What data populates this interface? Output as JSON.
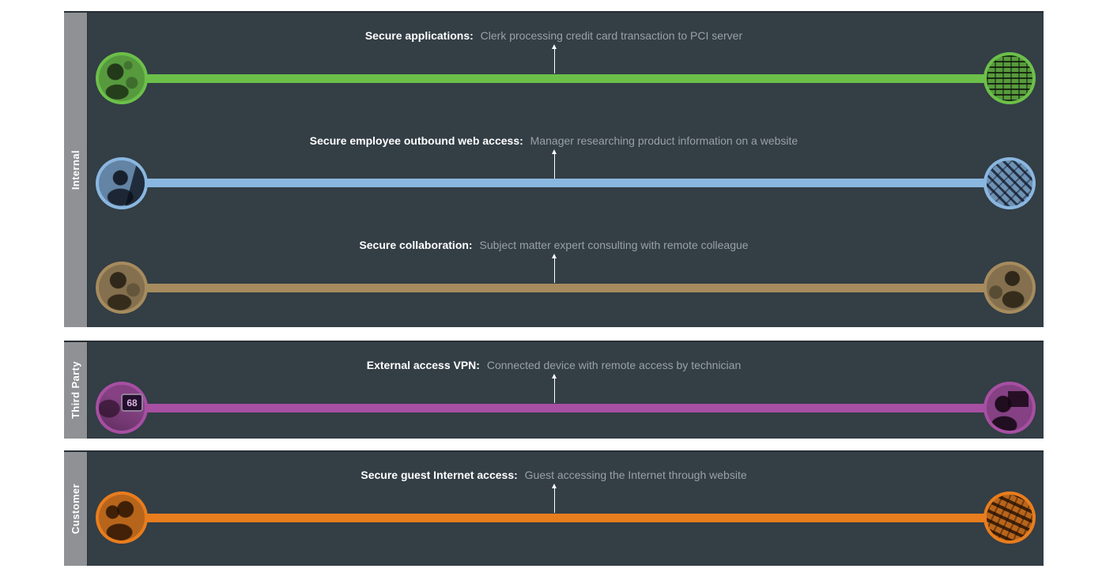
{
  "colors": {
    "page_background": "#ffffff",
    "panel_background": "#333e45",
    "panel_top_edge": "#272e34",
    "group_strip_background": "#8f9194",
    "title_bold_text": "#ffffff",
    "title_description_text": "#9aa1a7",
    "arrow_connector": "#ffffff"
  },
  "groups": [
    {
      "label": "Internal",
      "scenarios": [
        {
          "title_bold": "Secure applications:",
          "title_rest": "Clerk processing credit card transaction to PCI server",
          "line_color": "#6cc04a",
          "left_image": "clerk-with-customer-photo",
          "right_image": "pci-server-rack-photo"
        },
        {
          "title_bold": "Secure employee outbound web access:",
          "title_rest": "Manager researching product information on a website",
          "line_color": "#8ab7e0",
          "left_image": "manager-at-desk-photo",
          "right_image": "website-circuit-board-photo"
        },
        {
          "title_bold": "Secure collaboration:",
          "title_rest": "Subject matter expert consulting with remote colleague",
          "line_color": "#a68b5e",
          "left_image": "subject-matter-expert-photo",
          "right_image": "remote-colleague-photo"
        }
      ]
    },
    {
      "label": "Third Party",
      "scenarios": [
        {
          "title_bold": "External access VPN:",
          "title_rest": "Connected device with remote access by technician",
          "line_color": "#a74fa2",
          "left_image": "connected-thermostat-device-photo",
          "right_image": "remote-technician-photo",
          "device_screen_text": "68"
        }
      ]
    },
    {
      "label": "Customer",
      "scenarios": [
        {
          "title_bold": "Secure guest Internet access:",
          "title_rest": "Guest accessing the Internet through website",
          "line_color": "#e87d1e",
          "left_image": "guests-with-phone-photo",
          "right_image": "network-equipment-photo"
        }
      ]
    }
  ]
}
